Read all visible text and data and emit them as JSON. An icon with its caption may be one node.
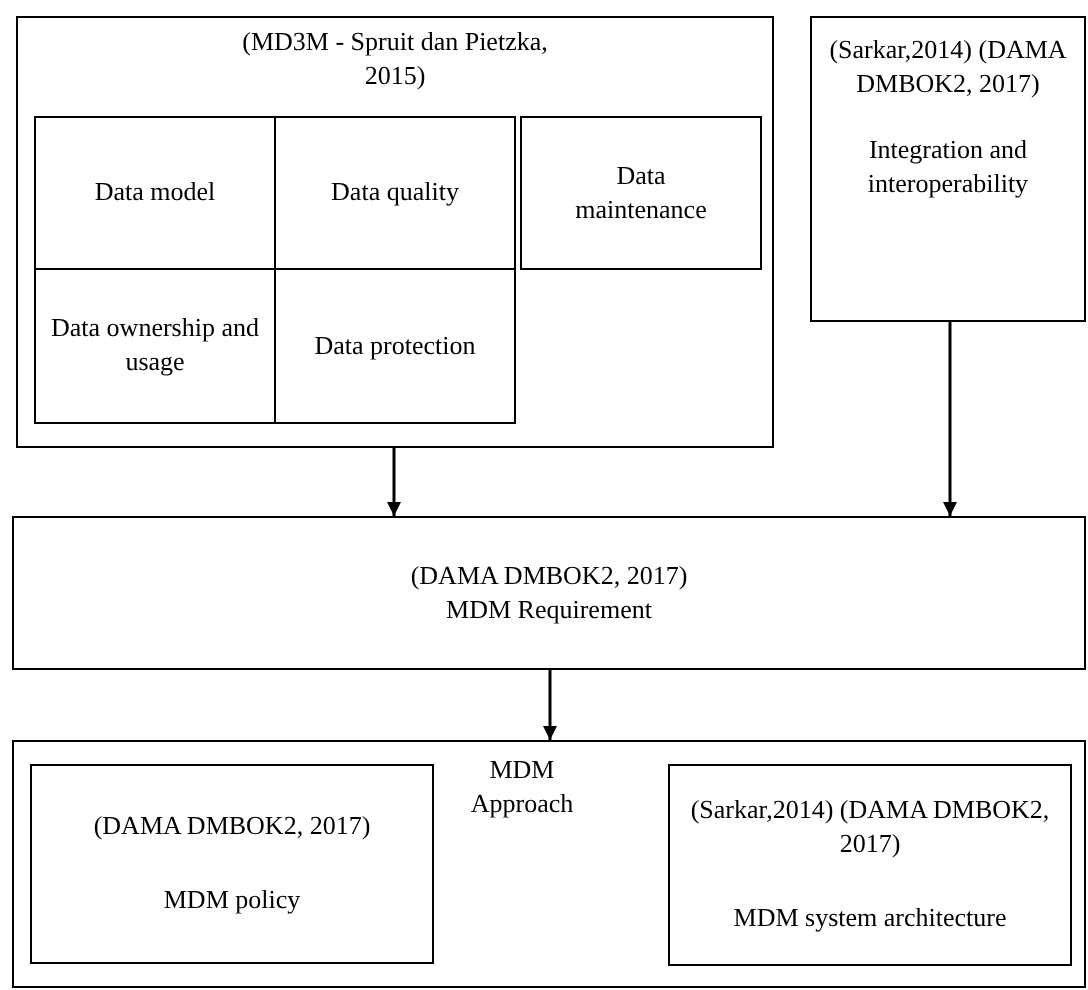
{
  "diagram": {
    "nodes": [
      {
        "text": [
          "(MD3M - Spruit dan Pietzka, 2015)"
        ]
      },
      {
        "text": [
          "Data model"
        ],
        "in": 0
      },
      {
        "text": [
          "Data quality"
        ],
        "in": 0
      },
      {
        "text": [
          "Data maintenance"
        ],
        "in": 0
      },
      {
        "text": [
          "Data ownership and usage"
        ],
        "in": 0
      },
      {
        "text": [
          "Data protection"
        ],
        "in": 0
      },
      {
        "text": [
          "(Sarkar,2014) (DAMA DMBOK2, 2017)",
          "Integration and interoperability"
        ]
      },
      {
        "text": [
          "(DAMA DMBOK2, 2017)",
          "MDM Requirement"
        ]
      },
      {
        "text": [
          "MDM Approach"
        ]
      },
      {
        "text": [
          "(DAMA DMBOK2, 2017)",
          "MDM policy"
        ],
        "in": 8
      },
      {
        "text": [
          "(Sarkar,2014) (DAMA DMBOK2, 2017)",
          "MDM system architecture"
        ],
        "in": 8
      }
    ],
    "edges": [
      {
        "from": 0,
        "to": 7,
        "arrow": "to"
      },
      {
        "from": 6,
        "to": 7,
        "arrow": "to"
      },
      {
        "from": 7,
        "to": 8,
        "arrow": "to"
      }
    ]
  }
}
